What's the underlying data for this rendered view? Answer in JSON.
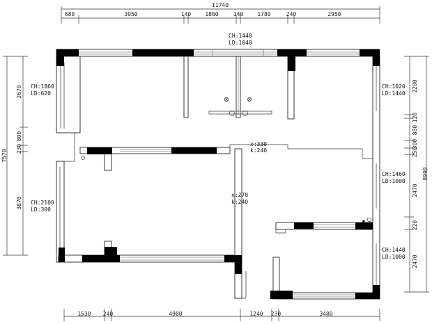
{
  "dimensions": {
    "top_total": "11740",
    "top": [
      "680",
      "3950",
      "140",
      "1860",
      "140",
      "1780",
      "240",
      "2950"
    ],
    "bottom": [
      "1530",
      "240",
      "4900",
      "1240",
      "230",
      "3480"
    ],
    "left_total": "7570",
    "left": [
      "2670",
      "800",
      "230",
      "3870"
    ],
    "right_total": "8990",
    "right": [
      "2280",
      "120",
      "880",
      "300",
      "250",
      "2470",
      "220",
      "2470"
    ]
  },
  "openings": [
    {
      "ch": "CH:1440",
      "ld": "LD:1040"
    },
    {
      "ch": "CH:1860",
      "ld": "LD:620"
    },
    {
      "ch": "CH:1020",
      "ld": "LD:1440"
    },
    {
      "ch": "CH:2100",
      "ld": "LD:300"
    },
    {
      "ch": "CH:1460",
      "ld": "LD:1000"
    },
    {
      "ch": "CH:1440",
      "ld": "LD:1000"
    }
  ],
  "beams": [
    {
      "x": "x:330",
      "k": "k:240"
    },
    {
      "x": "x:270",
      "k": "k:240"
    }
  ]
}
